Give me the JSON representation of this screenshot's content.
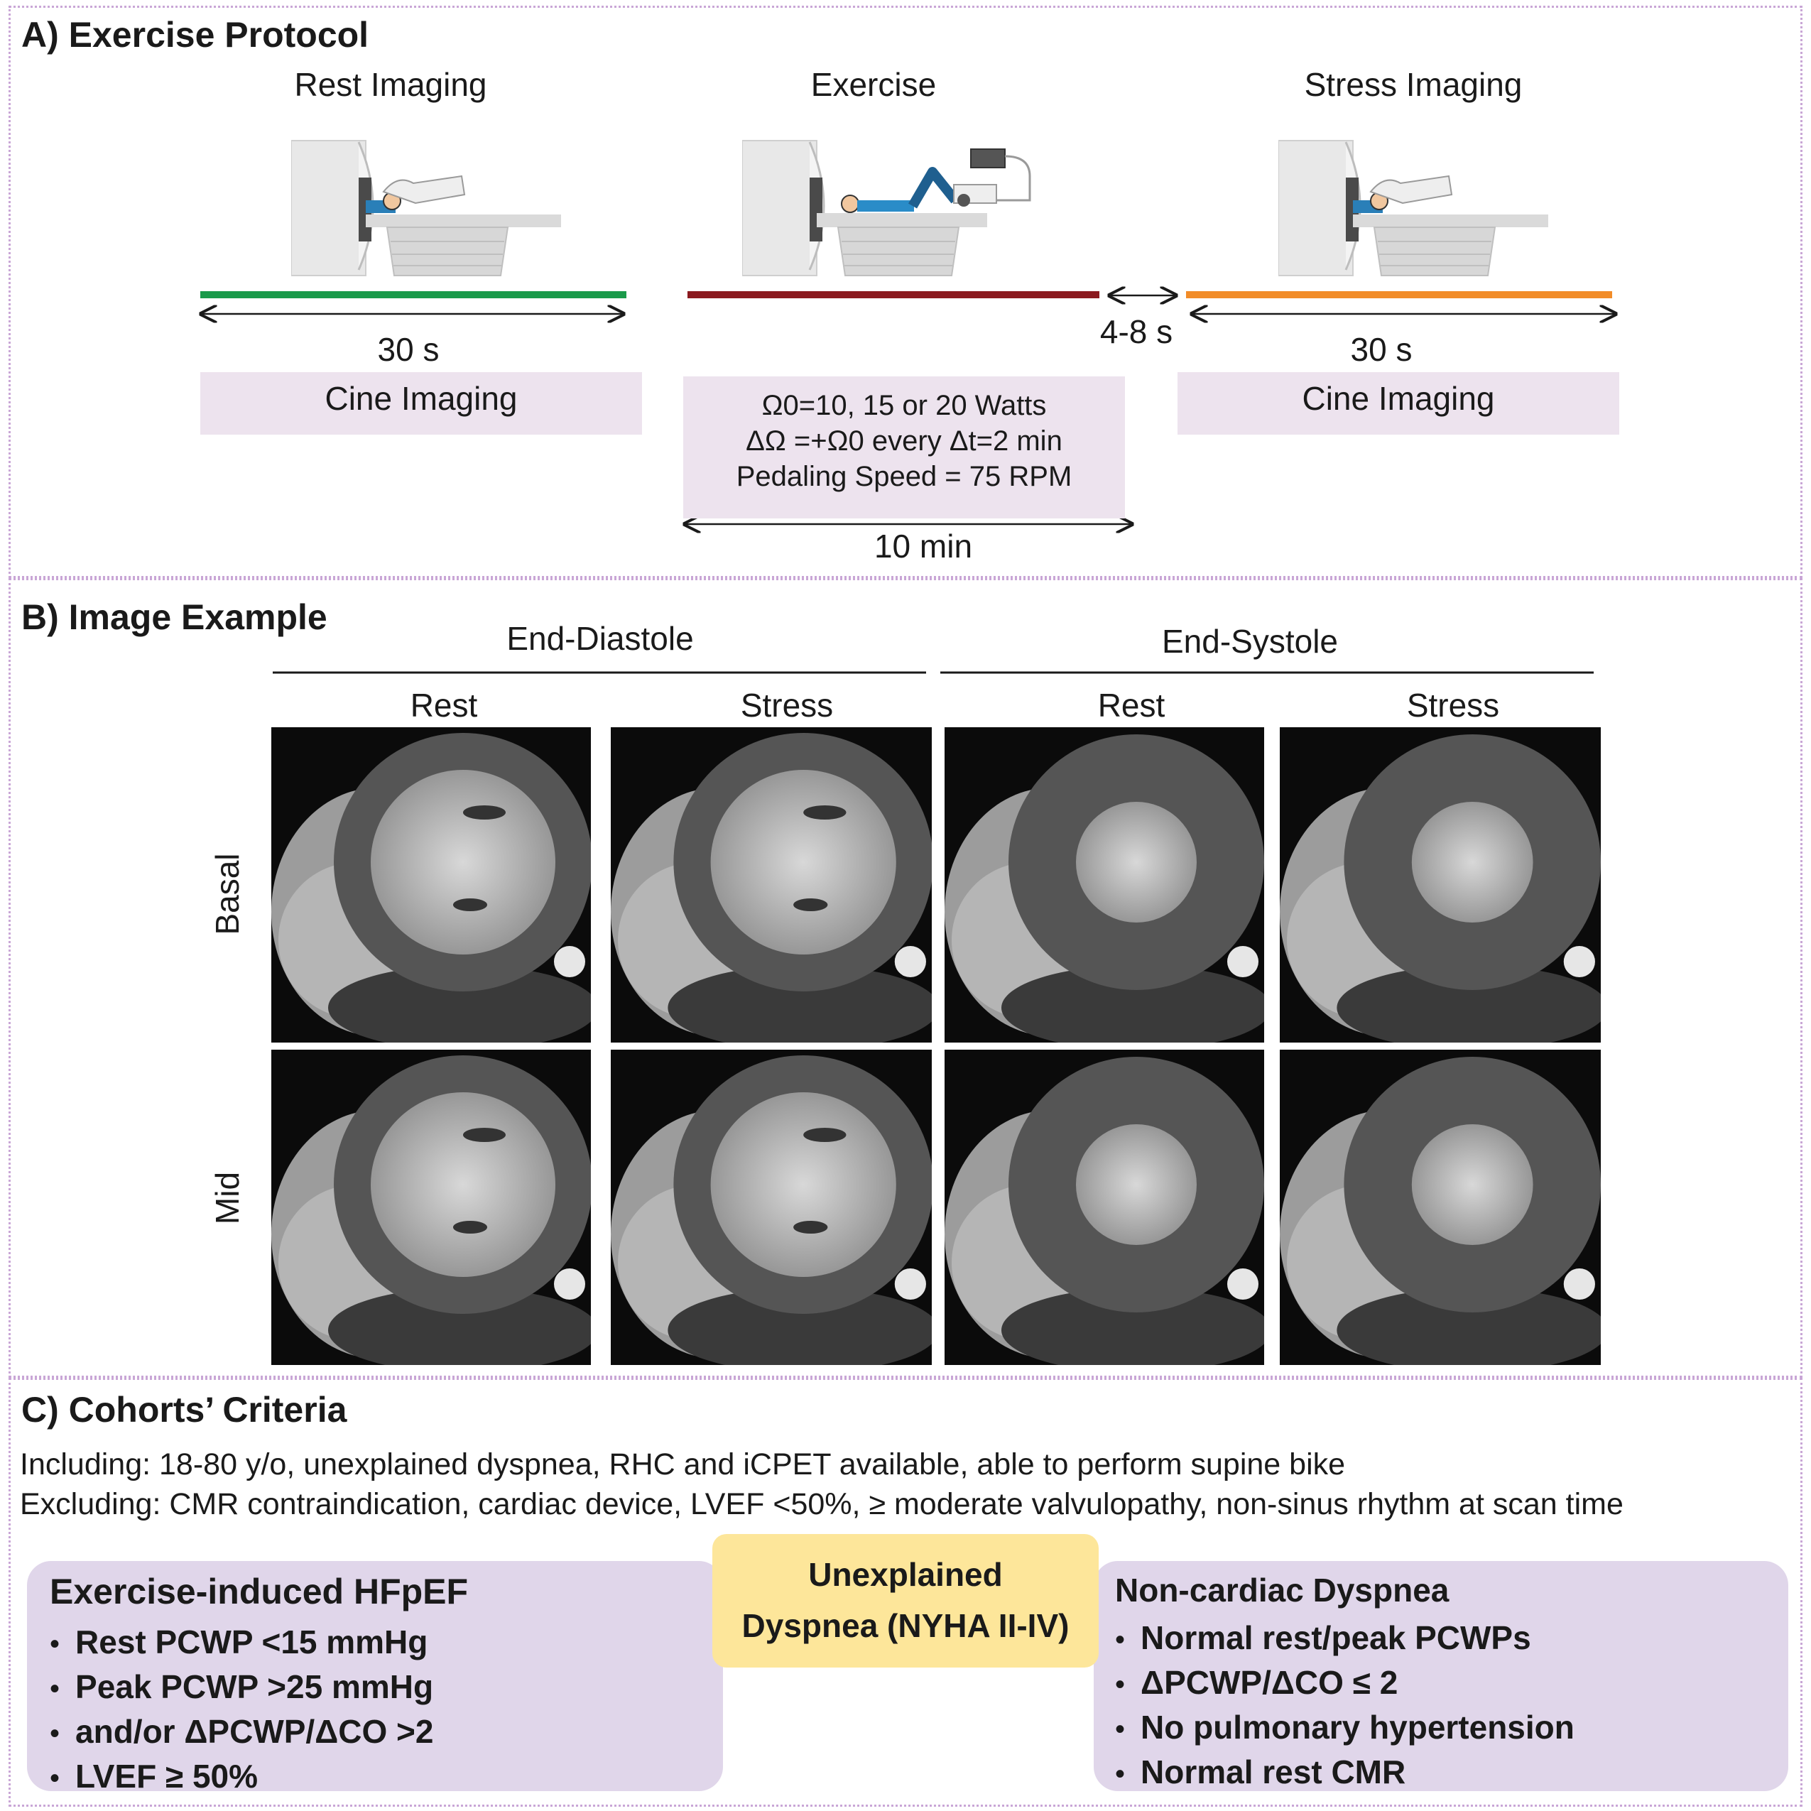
{
  "panel_a": {
    "title": "A) Exercise Protocol",
    "rest": {
      "heading": "Rest Imaging",
      "duration": "30 s",
      "label": "Cine Imaging",
      "bar_color": "#1a9a4a"
    },
    "exercise": {
      "heading": "Exercise",
      "params": [
        "Ω0=10, 15 or 20 Watts",
        "ΔΩ =+Ω0 every Δt=2 min",
        "Pedaling Speed = 75 RPM"
      ],
      "duration": "10 min",
      "bar_color": "#8b1a1f"
    },
    "transition": "4-8 s",
    "stress": {
      "heading": "Stress Imaging",
      "duration": "30 s",
      "label": "Cine Imaging",
      "bar_color": "#f28c28"
    }
  },
  "panel_b": {
    "title": "B) Image Example",
    "groups": [
      "End-Diastole",
      "End-Systole"
    ],
    "columns": [
      "Rest",
      "Stress",
      "Rest",
      "Stress"
    ],
    "rows": [
      "Basal",
      "Mid"
    ]
  },
  "panel_c": {
    "title": "C) Cohorts’ Criteria",
    "including": "Including: 18-80 y/o, unexplained dyspnea, RHC and iCPET available, able to perform supine bike",
    "excluding": "Excluding: CMR contraindication, cardiac device, LVEF <50%, ≥ moderate valvulopathy, non-sinus rhythm at scan time",
    "left_box": {
      "title": "Exercise-induced HFpEF",
      "items": [
        "Rest PCWP <15 mmHg",
        "Peak PCWP >25 mmHg",
        "and/or ΔPCWP/ΔCO >2",
        "LVEF ≥ 50%"
      ]
    },
    "center_box": {
      "line1": "Unexplained",
      "line2": "Dyspnea (NYHA II-IV)"
    },
    "right_box": {
      "title": "Non-cardiac Dyspnea",
      "items": [
        "Normal rest/peak PCWPs",
        "ΔPCWP/ΔCO ≤ 2",
        "No pulmonary hypertension",
        "Normal rest CMR"
      ]
    }
  }
}
